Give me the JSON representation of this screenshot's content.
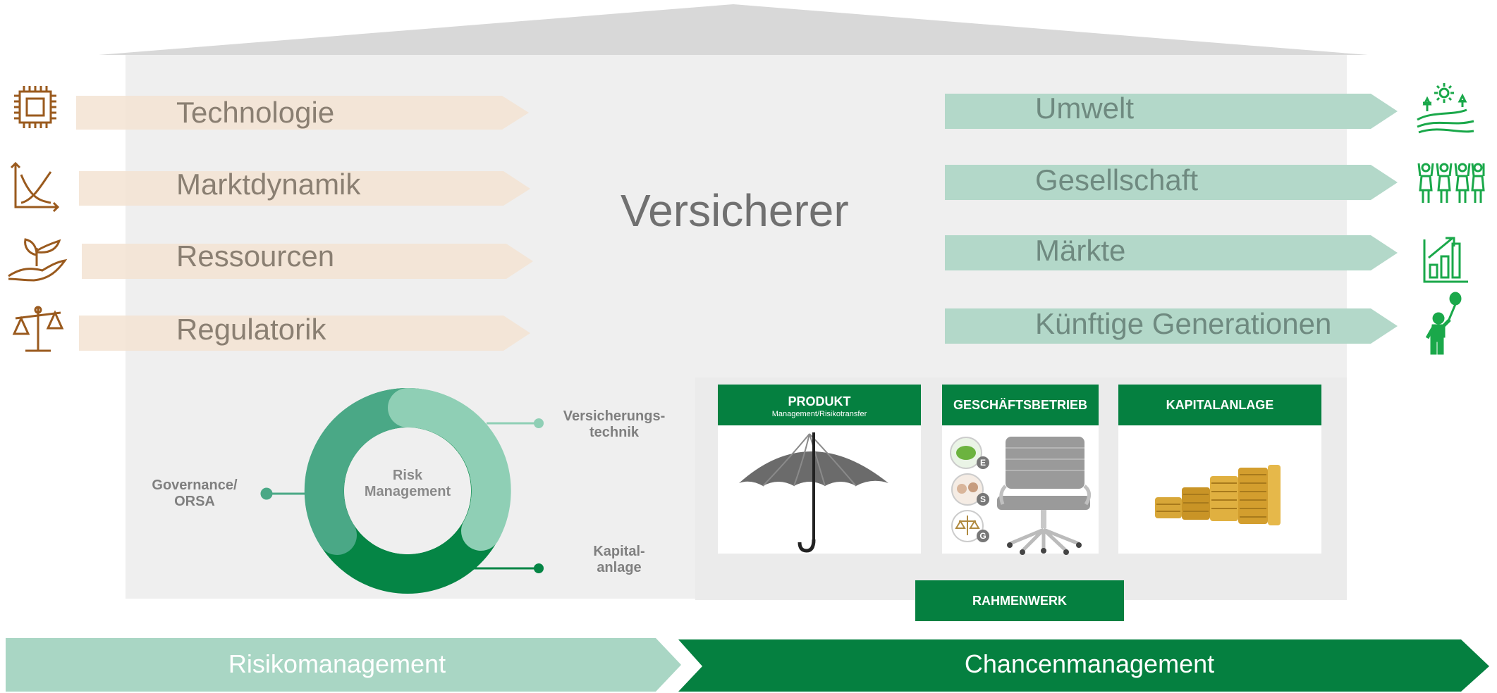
{
  "title": "Versicherer",
  "left_factors": [
    {
      "label": "Technologie",
      "icon": "chip-icon"
    },
    {
      "label": "Marktdynamik",
      "icon": "market-curve-icon"
    },
    {
      "label": "Ressourcen",
      "icon": "hand-plant-icon"
    },
    {
      "label": "Regulatorik",
      "icon": "scales-icon"
    }
  ],
  "right_factors": [
    {
      "label": "Umwelt",
      "icon": "landscape-icon"
    },
    {
      "label": "Gesellschaft",
      "icon": "people-icon"
    },
    {
      "label": "Märkte",
      "icon": "bar-growth-icon"
    },
    {
      "label": "Künftige Generationen",
      "icon": "child-balloon-icon"
    }
  ],
  "risk_ring": {
    "center_line1": "Risk",
    "center_line2": "Management",
    "governance_line1": "Governance/",
    "governance_line2": "ORSA",
    "technik_line1": "Versicherungs-",
    "technik_line2": "technik",
    "kapital_line1": "Kapital-",
    "kapital_line2": "anlage"
  },
  "cards": {
    "produkt_title": "PRODUKT",
    "produkt_subtitle": "Management/Risikotransfer",
    "betrieb_title": "GESCHÄFTSBETRIEB",
    "betrieb_badges": [
      "E",
      "S",
      "G"
    ],
    "kapital_title": "KAPITALANLAGE",
    "rahmen_title": "RAHMENWERK"
  },
  "banners": {
    "left": "Risikomanagement",
    "right": "Chancenmanagement"
  },
  "colors": {
    "dark_green": "#058040",
    "mid_green": "#4aa886",
    "light_green": "#8fcfb5",
    "pale_green": "#b5dacb",
    "left_arrow": "#f6e6d6",
    "icon_brown": "#9a5a1e",
    "icon_green": "#1aa84a",
    "house_gray": "#eeeeee"
  }
}
